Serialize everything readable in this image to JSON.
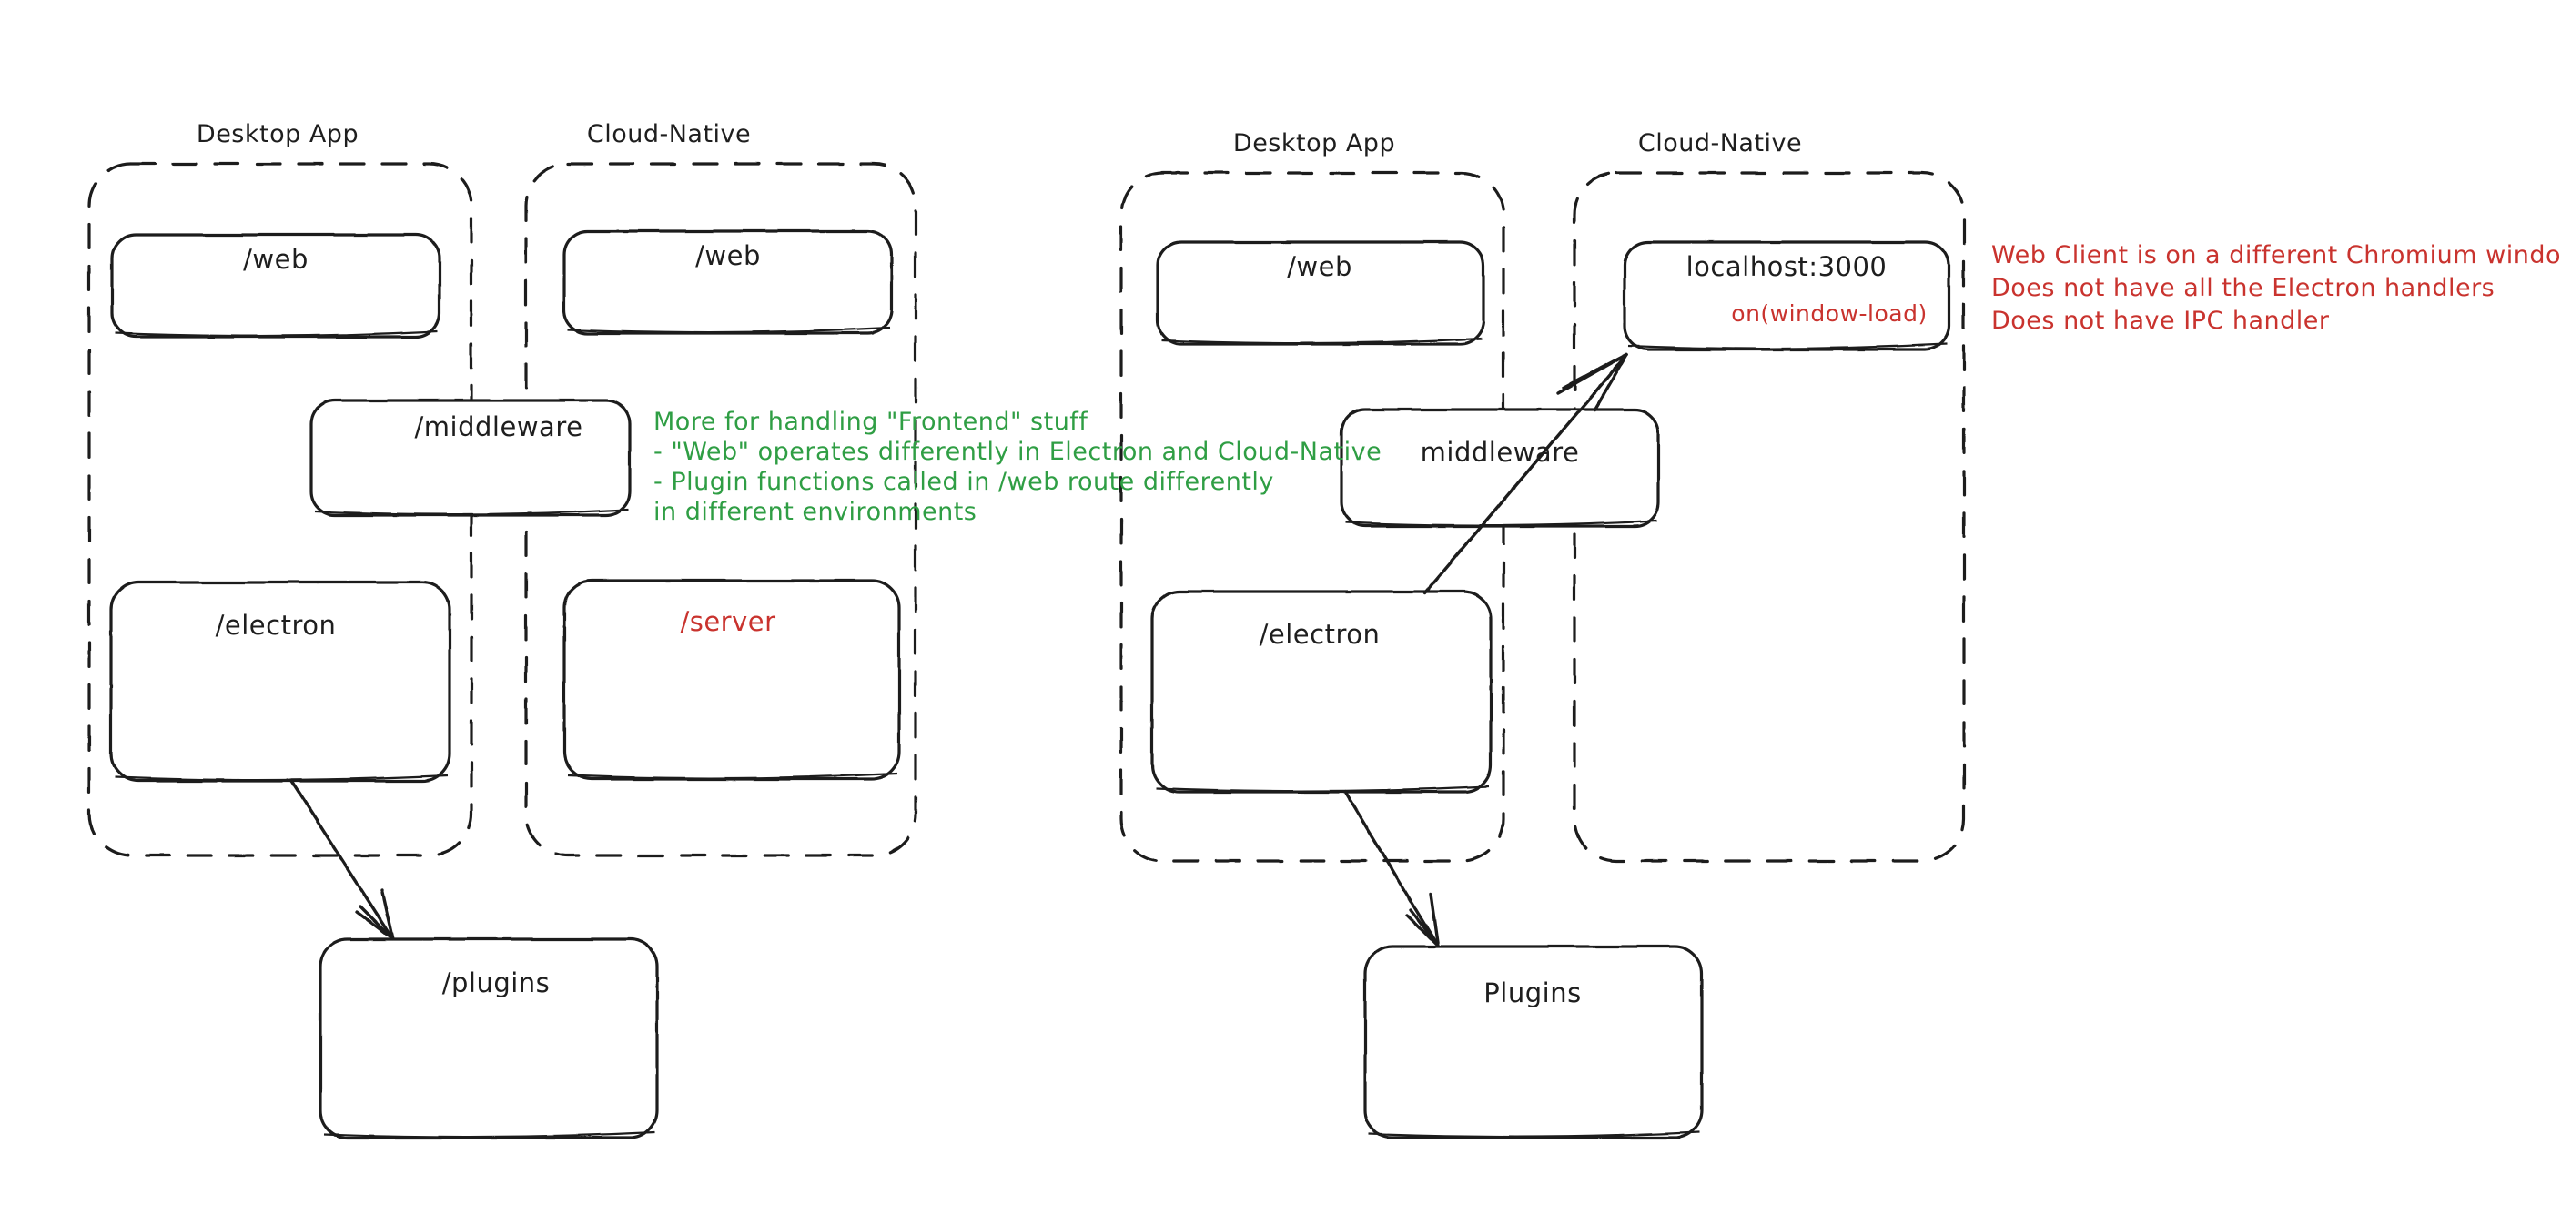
{
  "meta": {
    "background": "#ffffff",
    "ink": "#1e1e1e",
    "green": "#2f9e44",
    "red": "#c9332e",
    "style": "hand-drawn excalidraw sketch"
  },
  "left_diagram": {
    "groups": [
      {
        "title": "Desktop App"
      },
      {
        "title": "Cloud-Native"
      }
    ],
    "boxes": [
      {
        "label": "/web",
        "color": "ink"
      },
      {
        "label": "/web",
        "color": "ink"
      },
      {
        "label": "/middleware",
        "color": "ink"
      },
      {
        "label": "/electron",
        "color": "ink"
      },
      {
        "label": "/server",
        "color": "red"
      },
      {
        "label": "/plugins",
        "color": "ink"
      }
    ],
    "note_green": [
      "More for handling \"Frontend\" stuff",
      "- \"Web\" operates differently in Electron and Cloud-Native",
      "- Plugin functions called in /web route differently",
      "in different environments"
    ]
  },
  "right_diagram": {
    "groups": [
      {
        "title": "Desktop App"
      },
      {
        "title": "Cloud-Native"
      }
    ],
    "boxes": [
      {
        "label": "/web",
        "color": "ink"
      },
      {
        "label": "localhost:3000",
        "color": "ink"
      },
      {
        "sublabel": "on(window-load)",
        "color": "red"
      },
      {
        "label": "middleware",
        "color": "ink"
      },
      {
        "label": "/electron",
        "color": "ink"
      },
      {
        "label": "Plugins",
        "color": "ink"
      }
    ],
    "note_red": [
      "Web Client is on a different Chromium window",
      "Does not have all the Electron handlers",
      "Does not have IPC handler"
    ]
  },
  "left_labels": {
    "group_desktop": "Desktop App",
    "group_cloud": "Cloud-Native",
    "web_desktop": "/web",
    "web_cloud": "/web",
    "middleware": "/middleware",
    "electron": "/electron",
    "server": "/server",
    "plugins": "/plugins",
    "note_l1": "More for handling \"Frontend\" stuff",
    "note_l2": "- \"Web\" operates differently in Electron and Cloud-Native",
    "note_l3": "- Plugin functions called in /web route differently",
    "note_l4": "in different environments"
  },
  "right_labels": {
    "group_desktop": "Desktop App",
    "group_cloud": "Cloud-Native",
    "web": "/web",
    "localhost": "localhost:3000",
    "onwindowload": "on(window-load)",
    "middleware": "middleware",
    "electron": "/electron",
    "plugins": "Plugins",
    "note_r1": "Web Client is on a different Chromium window",
    "note_r2": "Does not have all the Electron handlers",
    "note_r3": "Does not have IPC handler"
  }
}
